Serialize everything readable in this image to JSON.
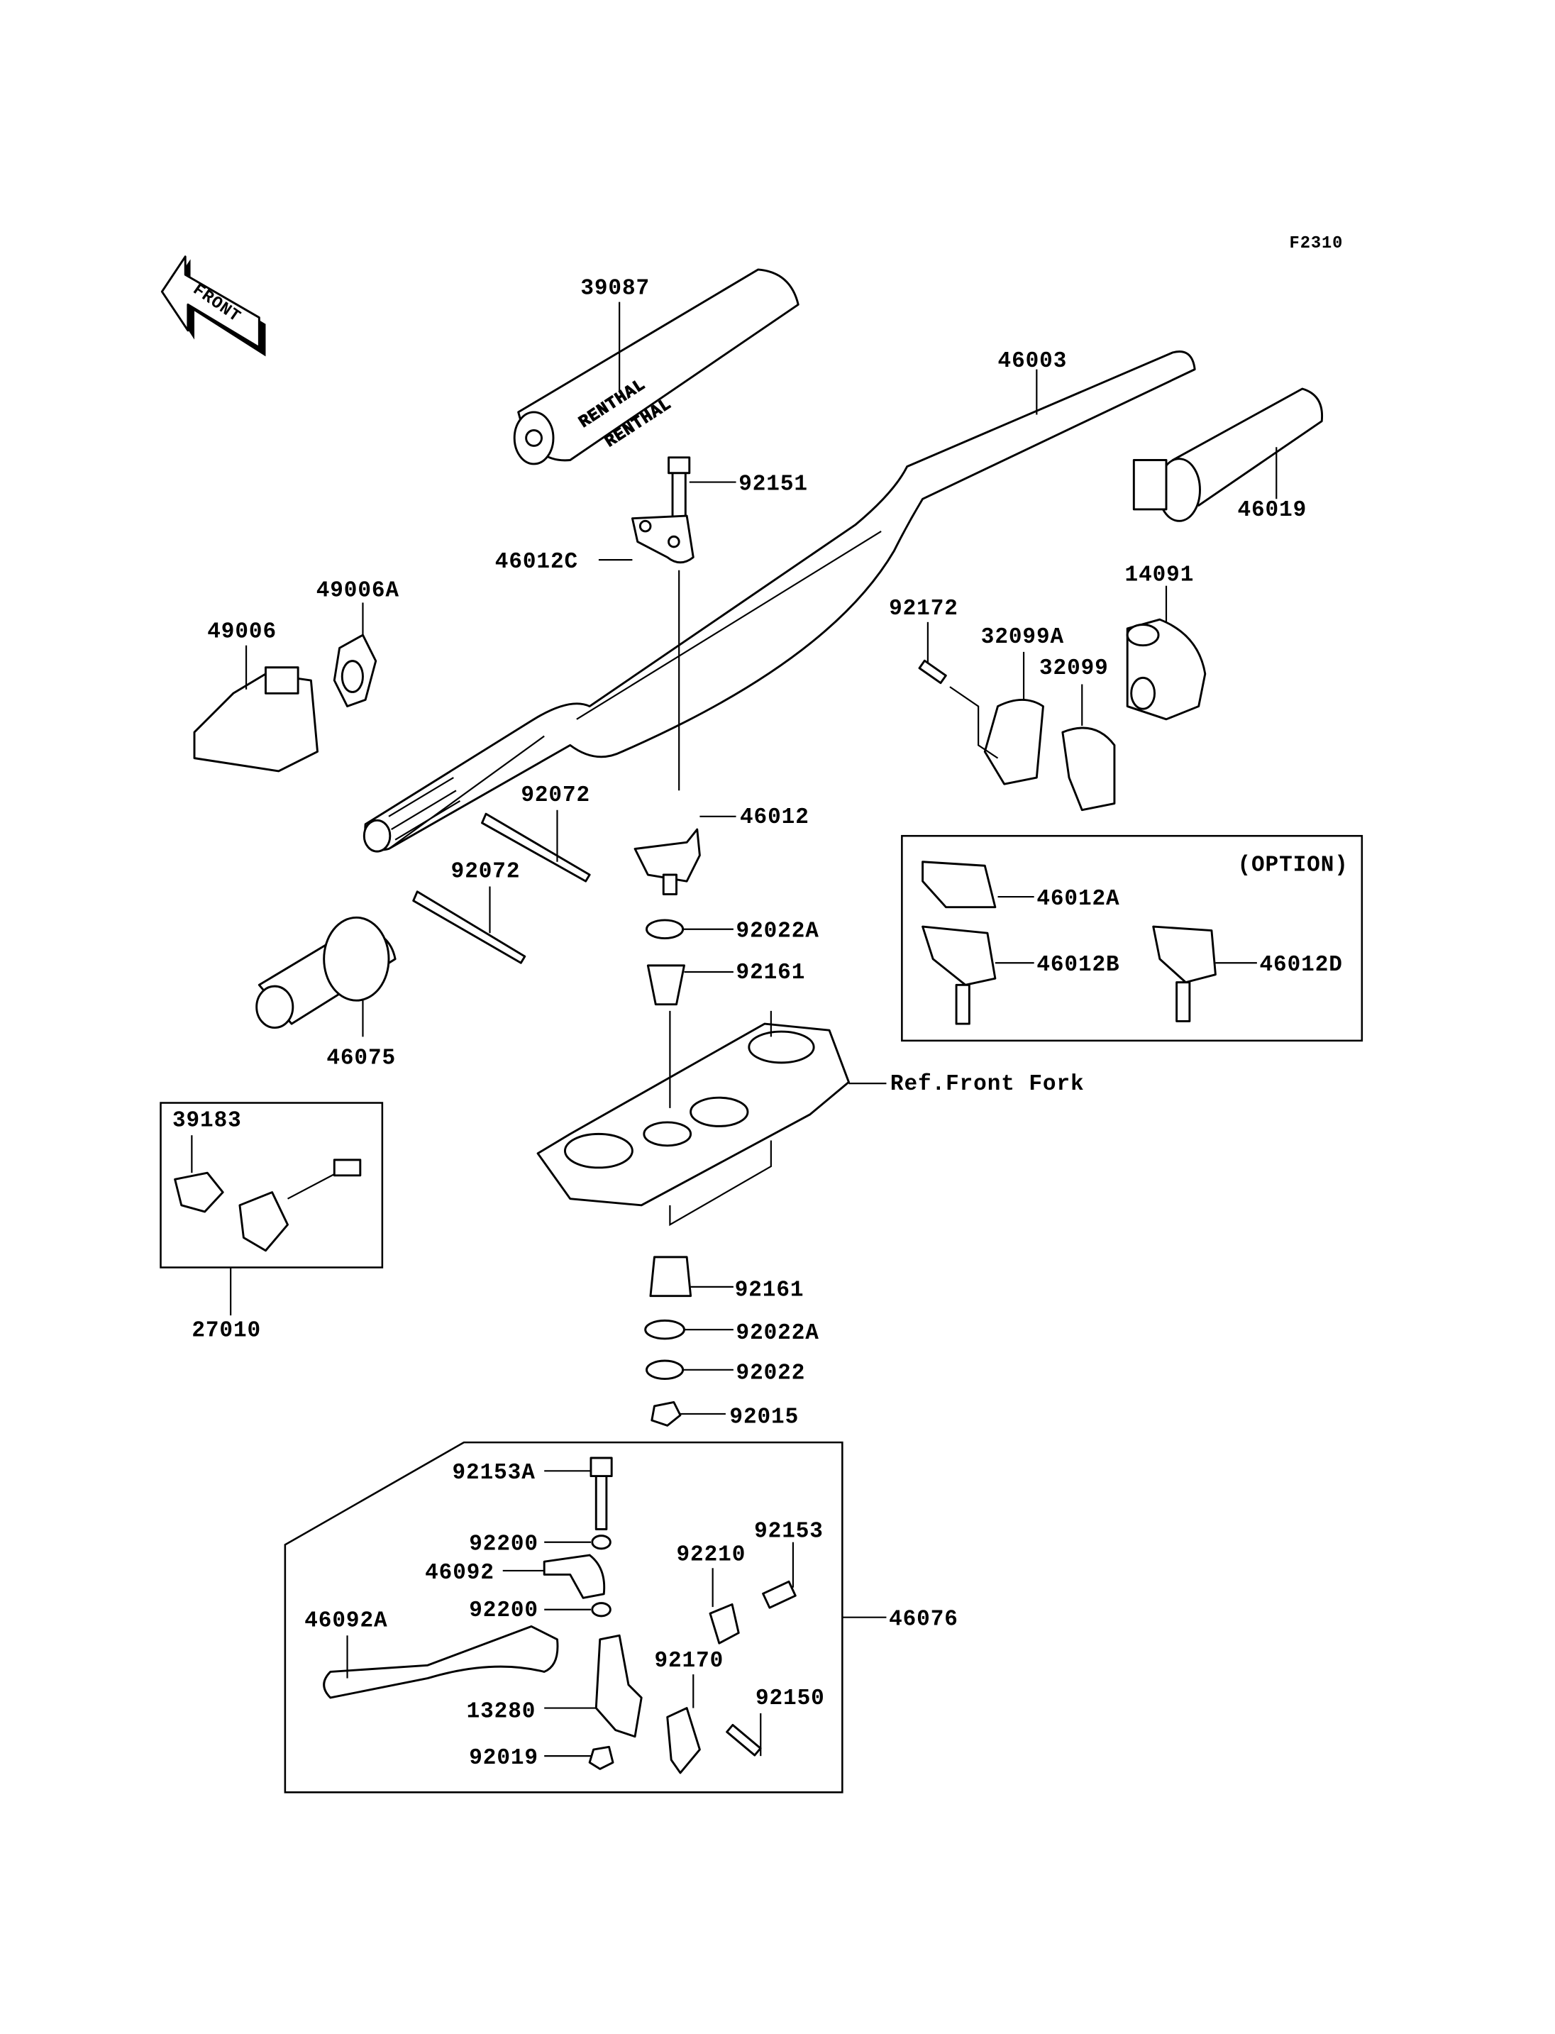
{
  "diagram_code": "F2310",
  "front_indicator": "FRONT",
  "grip_brand_lettering": "RENTHAL",
  "option_box_title": "(OPTION)",
  "reference_note": "Ref.Front Fork",
  "parts": {
    "pad": "39087",
    "handlebar": "46003",
    "throttle_grip": "46019",
    "bolt_92151": "92151",
    "clamp_46012C": "46012C",
    "adjuster_49006A": "49006A",
    "holder_49006": "49006",
    "cap_14091": "14091",
    "screw_92172": "92172",
    "case_32099A": "32099A",
    "case_32099": "32099",
    "band_1": "92072",
    "holder_46012": "46012",
    "band_2": "92072",
    "clamp_46012A": "46012A",
    "holder_46012B": "46012B",
    "holder_46012D": "46012D",
    "washer_upper": "92022A",
    "damper_upper": "92161",
    "grip_left": "46075",
    "switch_part": "39183",
    "switch_assy": "27010",
    "damper_lower": "92161",
    "washer_lower": "92022A",
    "washer_92022": "92022",
    "nut_92015": "92015",
    "bolt_92153A": "92153A",
    "bolt_92153": "92153",
    "adjuster_92210": "92210",
    "washer_92200_a": "92200",
    "lever_holder_46092": "46092",
    "lever_assy": "46076",
    "washer_92200_b": "92200",
    "lever_46092A": "46092A",
    "spring_92170": "92170",
    "bolt_92150": "92150",
    "bracket_13280": "13280",
    "nut_92019": "92019"
  }
}
